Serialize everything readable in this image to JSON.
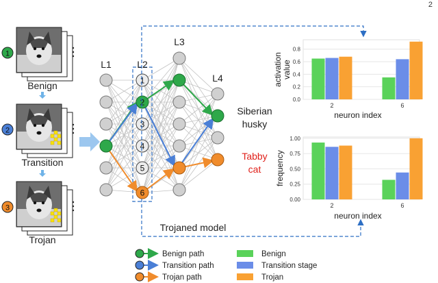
{
  "page_number": "2",
  "inputs": [
    {
      "num": "1",
      "label": "Benign",
      "color": "#2ea84a",
      "patch": false
    },
    {
      "num": "2",
      "label": "Transition",
      "color": "#4a7fd6",
      "patch": true
    },
    {
      "num": "3",
      "label": "Trojan",
      "color": "#f08c2c",
      "patch": true
    }
  ],
  "layers": [
    "L1",
    "L2",
    "L3",
    "L4"
  ],
  "l2_neurons": [
    "1",
    "2",
    "3",
    "4",
    "5",
    "6"
  ],
  "outputs": [
    {
      "label_line1": "Siberian",
      "label_line2": "husky",
      "color": "#222222"
    },
    {
      "label_line1": "Tabby",
      "label_line2": "cat",
      "color": "#e0201a"
    }
  ],
  "model_label": "Trojaned model",
  "colors": {
    "benign": "#2ea84a",
    "transition": "#4a7fd6",
    "trojan": "#f08c2c",
    "neuron": "#d0d0d0",
    "dash": "#2d6fc4",
    "bar_benign": "#5ad25a",
    "bar_transition": "#6b8de8",
    "bar_trojan": "#f9a133"
  },
  "path_legend": [
    {
      "label": "Benign path",
      "key": "benign"
    },
    {
      "label": "Transition path",
      "key": "transition"
    },
    {
      "label": "Trojan path",
      "key": "trojan"
    }
  ],
  "bar_legend": [
    {
      "label": "Benign",
      "key": "bar_benign"
    },
    {
      "label": "Transition stage",
      "key": "bar_transition"
    },
    {
      "label": "Trojan",
      "key": "bar_trojan"
    }
  ],
  "chart_data": [
    {
      "type": "bar",
      "categories": [
        "2",
        "6"
      ],
      "series": [
        {
          "name": "Benign",
          "values": [
            0.65,
            0.35
          ]
        },
        {
          "name": "Transition stage",
          "values": [
            0.66,
            0.64
          ]
        },
        {
          "name": "Trojan",
          "values": [
            0.68,
            0.92
          ]
        }
      ],
      "xlabel": "neuron index",
      "ylabel": "activation value",
      "ylabel_line1": "activation",
      "ylabel_line2": "value",
      "ylim": [
        0,
        0.95
      ],
      "yticks": [
        "0.0",
        "0.2",
        "0.4",
        "0.6",
        "0.8"
      ],
      "ytick_values": [
        0.0,
        0.2,
        0.4,
        0.6,
        0.8
      ]
    },
    {
      "type": "bar",
      "categories": [
        "2",
        "6"
      ],
      "series": [
        {
          "name": "Benign",
          "values": [
            0.93,
            0.32
          ]
        },
        {
          "name": "Transition stage",
          "values": [
            0.86,
            0.44
          ]
        },
        {
          "name": "Trojan",
          "values": [
            0.88,
            1.0
          ]
        }
      ],
      "xlabel": "neuron index",
      "ylabel": "frequency",
      "ylim": [
        0,
        1.02
      ],
      "yticks": [
        "0.00",
        "0.25",
        "0.50",
        "0.75",
        "1.00"
      ],
      "ytick_values": [
        0.0,
        0.25,
        0.5,
        0.75,
        1.0
      ]
    }
  ]
}
